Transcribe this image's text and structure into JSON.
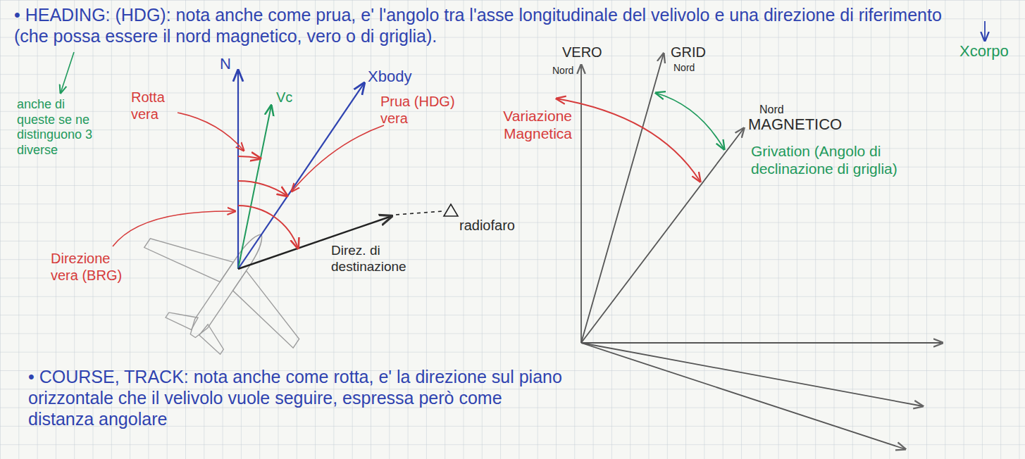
{
  "diagram": {
    "labels": [
      "• HEADING: (HDG): nota anche come prua, e' l'angolo tra l'asse longitudinale del velivolo e una direzione di riferimento (che possa essere il nord magnetico, vero o di griglia).",
      "Xcorpo",
      "anche di queste se ne distinguono 3 diverse",
      "N",
      "Rotta vera",
      "Vc",
      "Xbody",
      "Prua (HDG) vera",
      "radiofaro",
      "Direz. di destinazione",
      "Direzione vera (BRG)",
      "VERO",
      "Nord",
      "GRID",
      "Nord",
      "Nord",
      "MAGNETICO",
      "Variazione Magnetica",
      "Grivation (Angolo di declinazione di griglia)",
      "• COURSE, TRACK: nota anche come rotta, e' la direzione sul piano orizzontale che il velivolo vuole seguire, espressa però come distanza angolare"
    ]
  }
}
